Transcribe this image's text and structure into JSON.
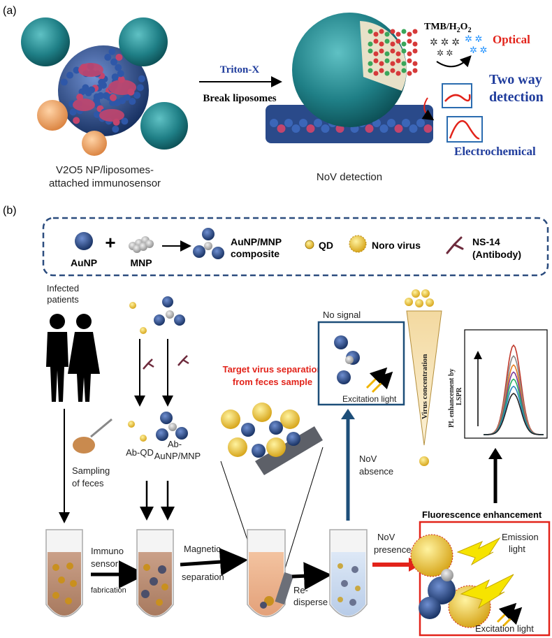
{
  "panel_a": {
    "label": "(a)",
    "arrow_top": "Triton-X",
    "arrow_bottom": "Break liposomes",
    "reagent": "TMB/H",
    "reagent_sub1": "2",
    "reagent_mid": "O",
    "reagent_sub2": "2",
    "optical": "Optical",
    "two_way_1": "Two way",
    "two_way_2": "detection",
    "electrochemical": "Electrochemical",
    "caption_left_1": "V2O5 NP/liposomes-",
    "caption_left_2": "attached immunosensor",
    "caption_right": "NoV detection"
  },
  "panel_b": {
    "label": "(b)",
    "legend": {
      "aunp": "AuNP",
      "plus": "+",
      "mnp": "MNP",
      "composite_1": "AuNP/MNP",
      "composite_2": "composite",
      "qd": "QD",
      "virus": "Noro virus",
      "antibody_1": "NS-14",
      "antibody_2": "(Antibody)"
    },
    "infected_1": "Infected",
    "infected_2": "patients",
    "sampling_1": "Sampling",
    "sampling_2": "of feces",
    "ab_qd": "Ab-QD",
    "ab_aunp_1": "Ab-",
    "ab_aunp_2": "AuNP/MNP",
    "target_1": "Target virus separation",
    "target_2": "from feces sample",
    "immuno_1": "Immuno",
    "immuno_2": "sensor",
    "fabrication": "fabrication",
    "magnetic_1": "Magnetic",
    "magnetic_2": "separation",
    "redisperse_1": "Re-",
    "redisperse_2": "disperse",
    "nov_presence_1": "NoV",
    "nov_presence_2": "presence",
    "nov_absence_1": "NoV",
    "nov_absence_2": "absence",
    "no_signal": "No signal",
    "excitation_top": "Excitation light",
    "virus_conc": "Virus concentration",
    "pl_axis_1": "PL enhancement by",
    "pl_axis_2": "LSPR",
    "fluor_title": "Fluorescence enhancement",
    "emission_1": "Emission",
    "emission_2": "light",
    "excitation_bottom": "Excitation light"
  },
  "colors": {
    "red_text": "#e2231a",
    "blue_text": "#1f3c9c",
    "dark_blue_arrow": "#1d4e79",
    "box_border": "#2b4c7e",
    "teal": "#1f7f86",
    "gold": "#f0c21a",
    "navy_np": "#1c3d7a"
  },
  "chart_data": {
    "type": "line",
    "series_count": 7,
    "ylabel": "PL enhancement by LSPR",
    "curve_colors": [
      "#c0392b",
      "#8a8a8a",
      "#e67e22",
      "#7d3c98",
      "#27ae60",
      "#2e86c1",
      "#222222"
    ],
    "relative_peaks": [
      1.0,
      0.88,
      0.78,
      0.7,
      0.62,
      0.54,
      0.46
    ]
  }
}
